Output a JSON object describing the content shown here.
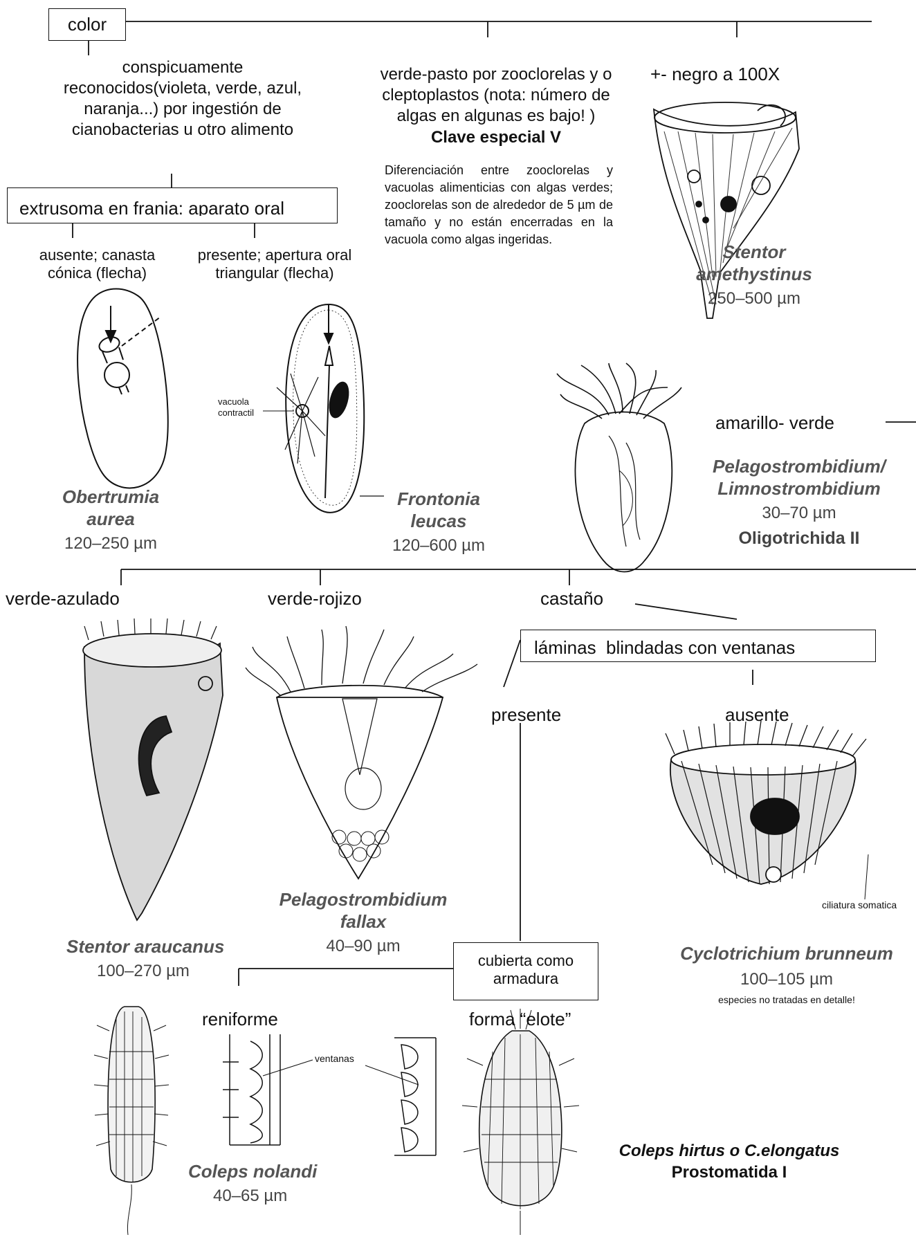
{
  "labels": {
    "color": "color",
    "violeta_desc": "conspicuamente reconocidos(violeta, verde, azul, naranja...) por ingestión de cianobacterias u otro alimento",
    "verde_pasto": "verde-pasto por zooclorelas y o cleptoplastos (nota: número de algas en algunas es bajo! )",
    "clave_especial": "Clave especial V",
    "diferenciacion": "Diferenciación entre zooclorelas y vacuolas alimenticias con algas verdes; zooclorelas son de alrededor de 5 µm de tamaño y no están encerradas en la vacuola como algas ingeridas.",
    "negro": "+- negro a 100X",
    "extrusoma": "extrusoma en frania: aparato oral",
    "ausente_canasta": "ausente; canasta cónica (flecha)",
    "presente_apertura": "presente; apertura oral triangular (flecha)",
    "vacuola_contractil": "vacuola contractil",
    "amarillo_verde": "amarillo- verde",
    "verde_azulado": "verde-azulado",
    "verde_rojizo": "verde-rojizo",
    "castano": "castaño",
    "laminas": "láminas  blindadas con ventanas",
    "presente": "presente",
    "ausente": "ausente",
    "ciliatura": "ciliatura somatica",
    "cubierta": "cubierta como armadura",
    "reniforme": "reniforme",
    "forma_elote": "forma “elote”",
    "ventanas": "ventanas",
    "especies_no": "especies no tratadas en detalle!",
    "coleps_hirtus": "Coleps hirtus o C.elongatus",
    "prostomatida": "Prostomatida I"
  },
  "species": {
    "stentor_amethystinus": {
      "name1": "Stentor",
      "name2": "amethystinus",
      "size": "250–500 µm"
    },
    "obertrumia": {
      "name1": "Obertrumia",
      "name2": "aurea",
      "size": "120–250 µm"
    },
    "frontonia": {
      "name1": "Frontonia",
      "name2": "leucas",
      "size": "120–600 µm"
    },
    "pelago_limno": {
      "name1": "Pelagostrombidium/",
      "name2": "Limnostrombidium",
      "size": "30–70 µm",
      "group": "Oligotrichida II"
    },
    "stentor_araucanus": {
      "name": "Stentor araucanus",
      "size": "100–270 µm"
    },
    "pelago_fallax": {
      "name1": "Pelagostrombidium",
      "name2": "fallax",
      "size": "40–90 µm"
    },
    "cyclotrichium": {
      "name": "Cyclotrichium brunneum",
      "size": "100–105 µm"
    },
    "coleps_nolandi": {
      "name": "Coleps nolandi",
      "size": "40–65 µm"
    }
  },
  "colors": {
    "ink": "#111111",
    "species_gray": "#555555",
    "stipple": "#888888"
  }
}
